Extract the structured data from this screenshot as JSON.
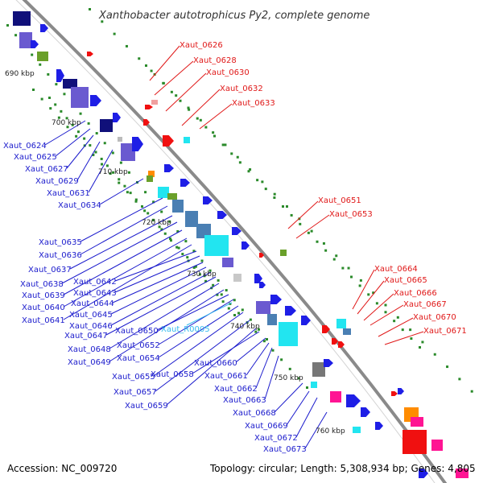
{
  "title": "Xanthobacter autotrophicus Py2, complete genome",
  "footer": {
    "accession": "Accession: NC_009720",
    "summary": "Topology: circular; Length: 5,308,934 bp; Genes: 4,805"
  },
  "colors": {
    "backbone": "#8a8a8a",
    "label_left": "#1a1acc",
    "label_right": "#e01818",
    "label_rna": "#33bbee",
    "feature_blue": "#1e1ee6",
    "feature_red": "#f01010",
    "feature_cyan": "#22e5f0",
    "feature_steel": "#4a7fb3",
    "feature_navy": "#10107a",
    "feature_lavender": "#6a5ad0",
    "feature_green": "#6aa02a",
    "feature_pink": "#ff1493",
    "feature_orange": "#ff8c00",
    "gc_dots": "#2a8a2a"
  },
  "kbp_labels": [
    "690 kbp",
    "700 kbp",
    "710 kbp",
    "720 kbp",
    "730 kbp",
    "740 kbp",
    "750 kbp",
    "760 kbp"
  ],
  "left_labels": [
    "Xaut_0624",
    "Xaut_0625",
    "Xaut_0627",
    "Xaut_0629",
    "Xaut_0631",
    "Xaut_0634",
    "Xaut_0635",
    "Xaut_0636",
    "Xaut_0637",
    "Xaut_0638",
    "Xaut_0639",
    "Xaut_0640",
    "Xaut_0641",
    "Xaut_0642",
    "Xaut_0643",
    "Xaut_0644",
    "Xaut_0645",
    "Xaut_0646",
    "Xaut_0647",
    "Xaut_0648",
    "Xaut_0649",
    "Xaut_0650",
    "Xaut_0652",
    "Xaut_0654",
    "Xaut_0655",
    "Xaut_0657",
    "Xaut_0659",
    "Xaut_0658",
    "Xaut_0660",
    "Xaut_0661",
    "Xaut_0662",
    "Xaut_0663",
    "Xaut_0668",
    "Xaut_0669",
    "Xaut_0672",
    "Xaut_0673"
  ],
  "rna_label": "Xaut_R0005",
  "right_labels": [
    "Xaut_0626",
    "Xaut_0628",
    "Xaut_0630",
    "Xaut_0632",
    "Xaut_0633",
    "Xaut_0651",
    "Xaut_0653",
    "Xaut_0664",
    "Xaut_0665",
    "Xaut_0666",
    "Xaut_0667",
    "Xaut_0670",
    "Xaut_0671"
  ]
}
